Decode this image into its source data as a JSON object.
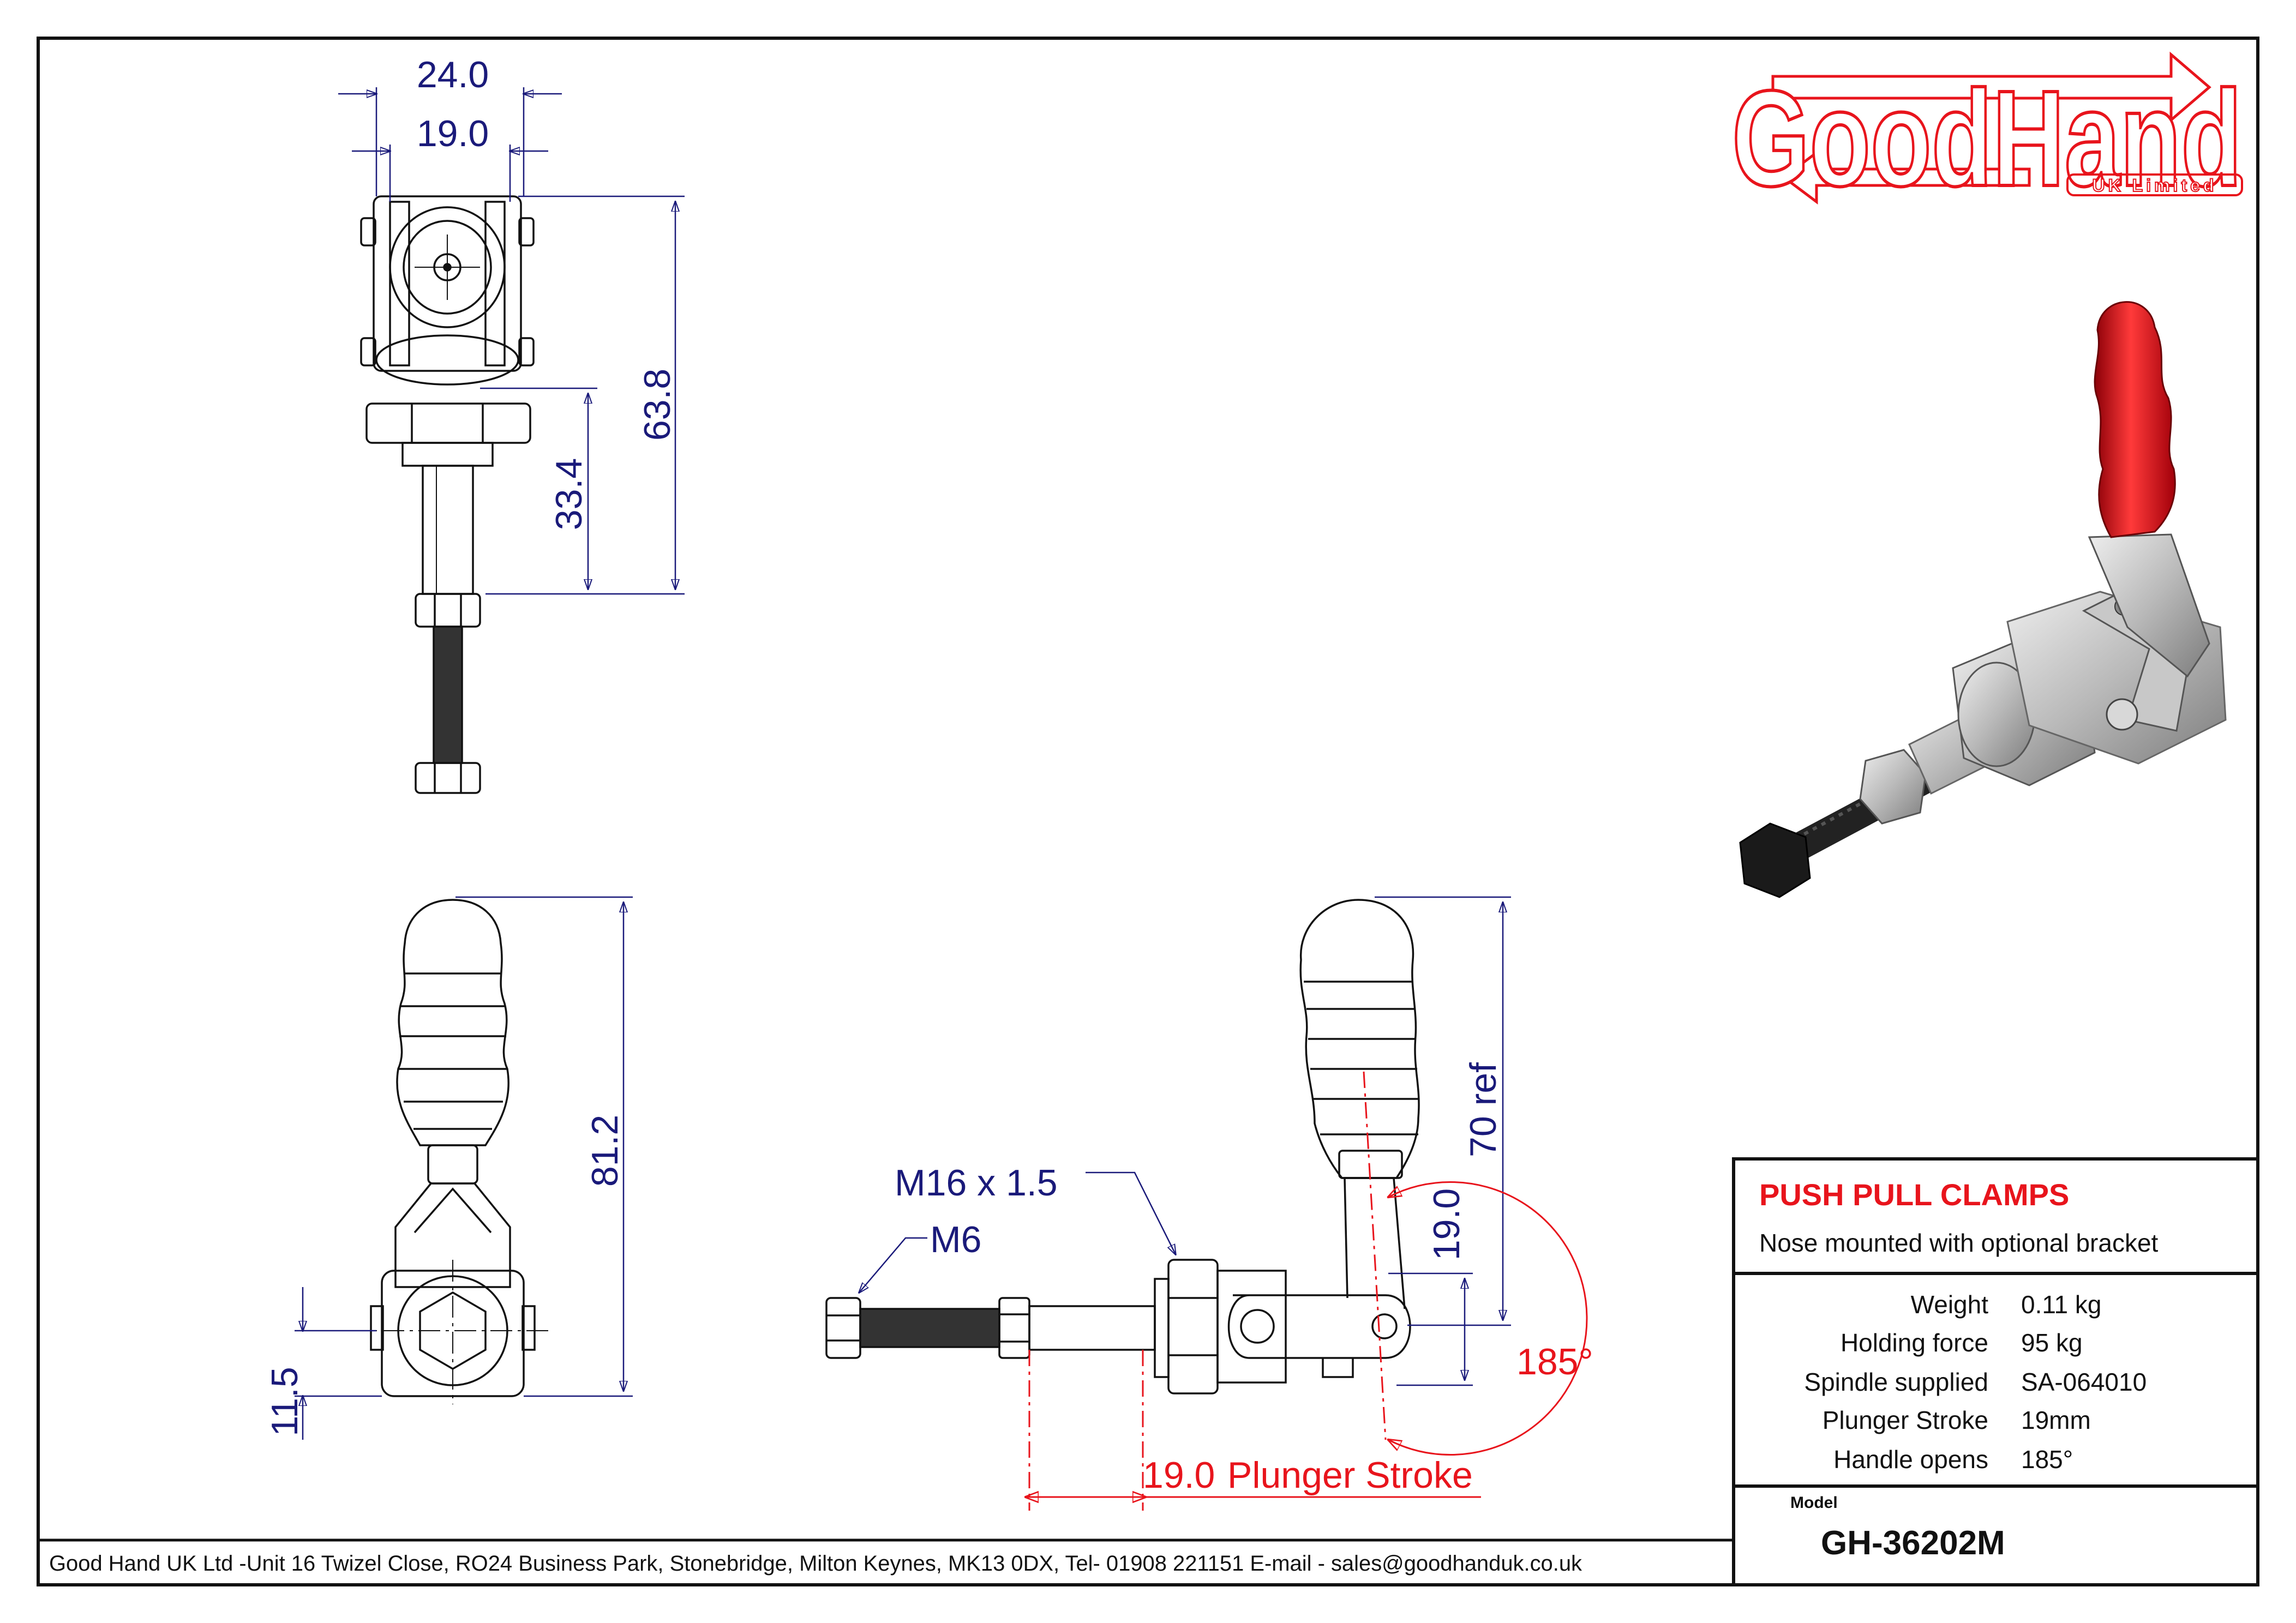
{
  "logo": {
    "brand": "GoodHand",
    "sub": "UK Limited"
  },
  "dimensions": {
    "width_outer": "24.0",
    "width_inner": "19.0",
    "height_total": "63.8",
    "height_plunger": "33.4",
    "handle_height": "81.2",
    "offset_small": "11.5",
    "thread_main": "M16 x 1.5",
    "thread_spindle": "M6",
    "ref_height": "70 ref",
    "pivot_offset": "19.0",
    "handle_angle": "185°",
    "stroke_value": "19.0",
    "stroke_label": "Plunger Stroke"
  },
  "title_block": {
    "title": "PUSH PULL CLAMPS",
    "subtitle": "Nose mounted with optional bracket",
    "specs": [
      {
        "label": "Weight",
        "value": "0.11 kg"
      },
      {
        "label": "Holding force",
        "value": "95 kg"
      },
      {
        "label": "Spindle supplied",
        "value": "SA-064010"
      },
      {
        "label": "Plunger Stroke",
        "value": "19mm"
      },
      {
        "label": "Handle opens",
        "value": "185°"
      }
    ],
    "model_label": "Model",
    "model": "GH-36202M"
  },
  "footer": "Good Hand UK Ltd -Unit 16 Twizel Close, RO24 Business Park, Stonebridge, Milton Keynes, MK13 0DX, Tel- 01908 221151 E-mail - sales@goodhanduk.co.uk",
  "colors": {
    "accent": "#e8141c",
    "dimension": "#1a1a7a",
    "line": "#111111"
  }
}
